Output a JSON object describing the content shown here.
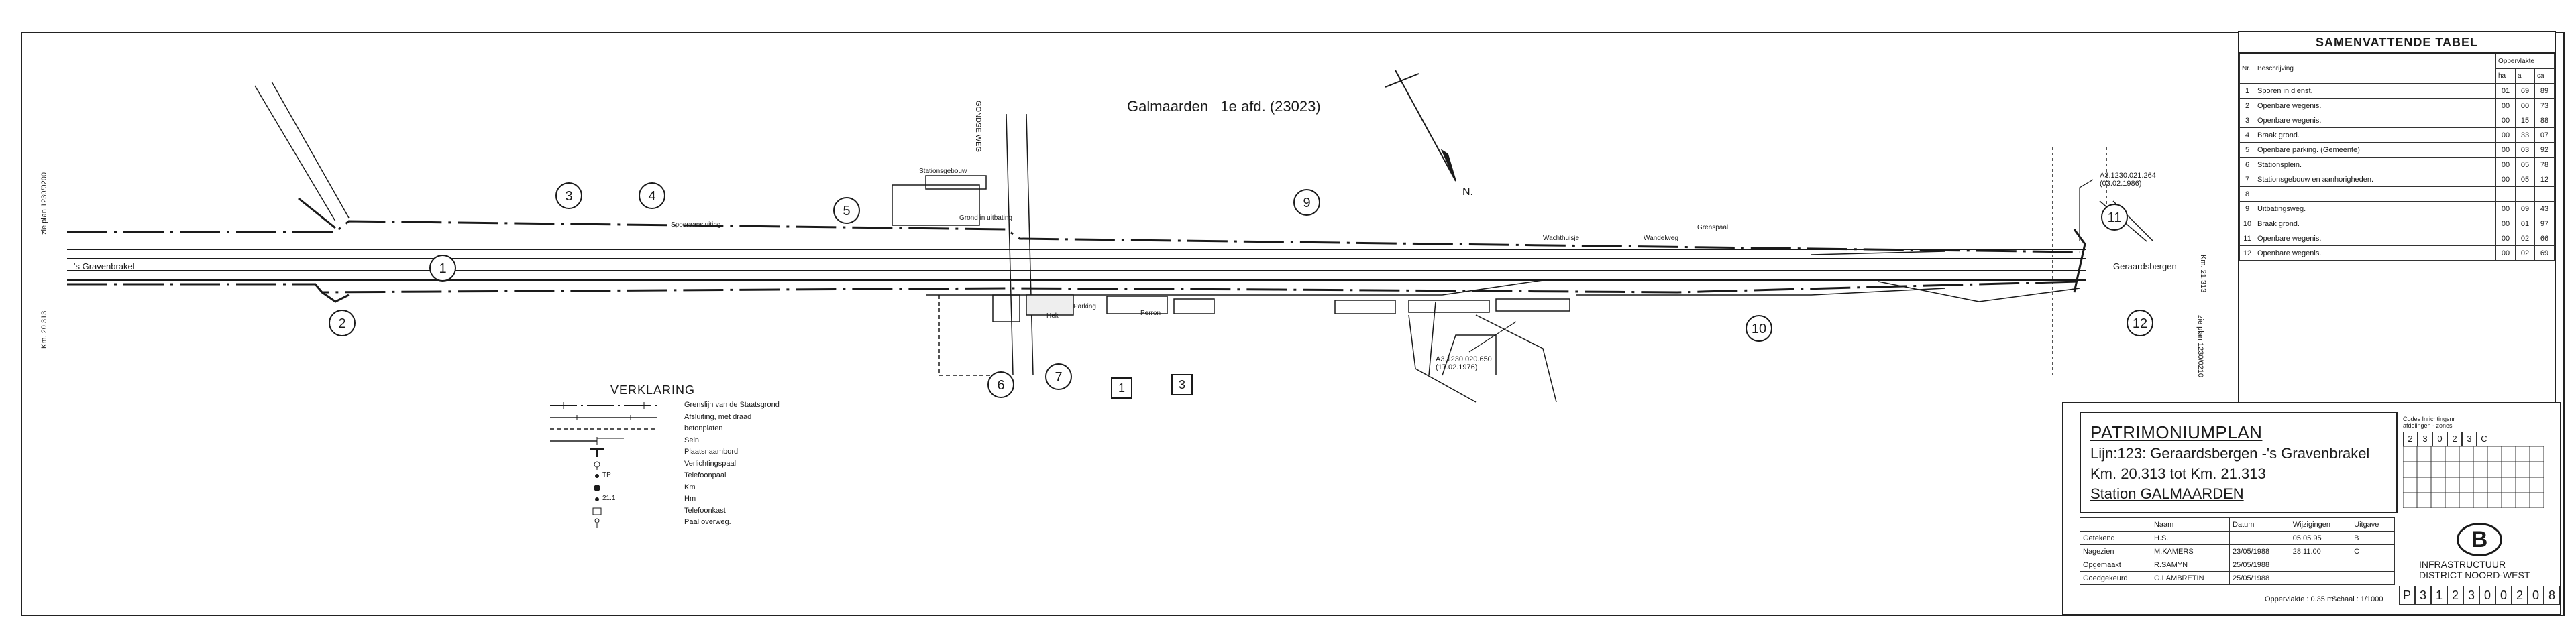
{
  "plan": {
    "station_heading": "Galmaarden",
    "station_heading_sub": "1e afd. (23023)",
    "left_label": "'s Gravenbrakel",
    "right_label": "Geraardsbergen",
    "km_left": "Km. 20.313",
    "km_right": "Km. 21.313",
    "plan_ref_left": "zie plan 1230/0200",
    "plan_ref_right": "zie plan 1230/0210",
    "ref_top_right": "A3.1230.021.264",
    "ref_top_right_date": "(03.02.1986)",
    "ref_bottom": "A3.1230.020.650",
    "ref_bottom_date": "(17.02.1976)",
    "north": "N.",
    "road": "GONDSE WEG",
    "notes": [
      "Grenspaal",
      "Wandelweg",
      "Wachthuisje",
      "Spooraansluiting",
      "Stationsgebouw",
      "Grond in uitbating",
      "Perron",
      "Hek",
      "Parking"
    ],
    "circled": [
      "1",
      "2",
      "3",
      "4",
      "5",
      "6",
      "7",
      "9",
      "10",
      "11",
      "12"
    ],
    "boxed": [
      "1",
      "3"
    ]
  },
  "summary": {
    "title": "SAMENVATTENDE TABEL",
    "head_nr": "Nr.",
    "head_desc": "Beschrijving",
    "head_area": "Oppervlakte",
    "head_ha": "ha",
    "head_a": "a",
    "head_ca": "ca",
    "rows": [
      {
        "nr": "1",
        "desc": "Sporen in dienst.",
        "ha": "01",
        "a": "69",
        "ca": "89"
      },
      {
        "nr": "2",
        "desc": "Openbare wegenis.",
        "ha": "00",
        "a": "00",
        "ca": "73"
      },
      {
        "nr": "3",
        "desc": "Openbare wegenis.",
        "ha": "00",
        "a": "15",
        "ca": "88"
      },
      {
        "nr": "4",
        "desc": "Braak grond.",
        "ha": "00",
        "a": "33",
        "ca": "07"
      },
      {
        "nr": "5",
        "desc": "Openbare parking. (Gemeente)",
        "ha": "00",
        "a": "03",
        "ca": "92"
      },
      {
        "nr": "6",
        "desc": "Stationsplein.",
        "ha": "00",
        "a": "05",
        "ca": "78"
      },
      {
        "nr": "7",
        "desc": "Stationsgebouw en aanhorigheden.",
        "ha": "00",
        "a": "05",
        "ca": "12"
      },
      {
        "nr": "8",
        "desc": "",
        "ha": "",
        "a": "",
        "ca": ""
      },
      {
        "nr": "9",
        "desc": "Uitbatingsweg.",
        "ha": "00",
        "a": "09",
        "ca": "43"
      },
      {
        "nr": "10",
        "desc": "Braak grond.",
        "ha": "00",
        "a": "01",
        "ca": "97"
      },
      {
        "nr": "11",
        "desc": "Openbare wegenis.",
        "ha": "00",
        "a": "02",
        "ca": "66"
      },
      {
        "nr": "12",
        "desc": "Openbare wegenis.",
        "ha": "00",
        "a": "02",
        "ca": "69"
      }
    ]
  },
  "legend": {
    "title": "VERKLARING",
    "items": [
      "Grenslijn van de Staatsgrond",
      "Afsluiting, met draad",
      "betonplaten",
      "Sein",
      "Plaatsnaambord",
      "Verlichtingspaal",
      "Telefoonpaal",
      "Km",
      "Hm",
      "Telefoonkast",
      "Paal overweg."
    ],
    "hm_label": "21.1",
    "tp_label": "TP"
  },
  "titleblock": {
    "title": "PATRIMONIUMPLAN",
    "line": "Lijn:123: Geraardsbergen -'s Gravenbrakel",
    "km": "Km. 20.313  tot Km. 21.313",
    "station": "Station  GALMAARDEN",
    "code_label_1": "Codes Inrichtingsnr",
    "code_label_2": "afdelingen - zones",
    "code_digits": [
      "2",
      "3",
      "0",
      "2",
      "3",
      "C"
    ],
    "meta_head": [
      "",
      "Naam",
      "Datum",
      "Wijzigingen",
      "Uitgave"
    ],
    "meta_rows": [
      [
        "Getekend",
        "H.S.",
        "",
        "05.05.95",
        "B"
      ],
      [
        "Nagezien",
        "M.KAMERS",
        "23/05/1988",
        "28.11.00",
        "C"
      ],
      [
        "Opgemaakt",
        "R.SAMYN",
        "25/05/1988",
        "",
        ""
      ],
      [
        "Goedgekeurd",
        "G.LAMBRETIN",
        "25/05/1988",
        "",
        ""
      ]
    ],
    "area_label": "Oppervlakte : 0.35 m²",
    "scale_label": "Schaal : 1/1000",
    "logo_letter": "B",
    "org_1": "INFRASTRUCTUUR",
    "org_2": "DISTRICT NOORD-WEST",
    "plan_number": [
      "P",
      "3",
      "1",
      "2",
      "3",
      "0",
      "0",
      "2",
      "0",
      "8"
    ]
  },
  "colors": {
    "ink": "#1a1a1a",
    "paper": "#ffffff"
  }
}
